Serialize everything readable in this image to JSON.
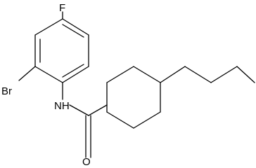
{
  "structure": {
    "atom_labels": {
      "fluorine": "F",
      "bromine": "Br",
      "amide_nitrogen": "NH",
      "carbonyl_oxygen": "O"
    },
    "colors": {
      "bond": "#000000",
      "label": "#000000",
      "background": "#ffffff"
    }
  }
}
